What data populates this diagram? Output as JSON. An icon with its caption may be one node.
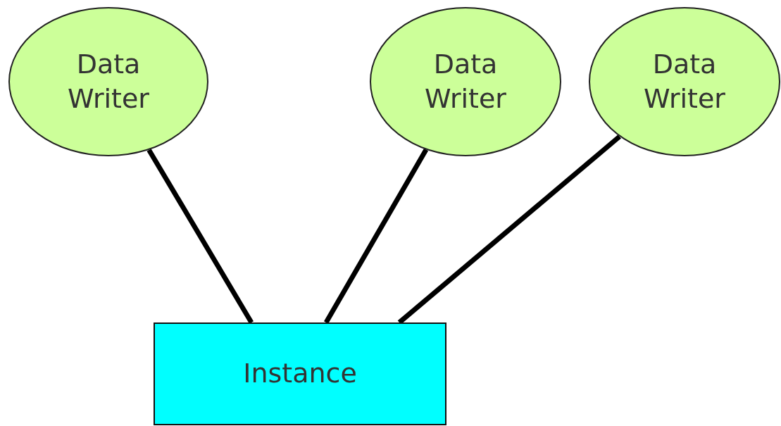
{
  "diagram": {
    "nodes": [
      {
        "text": [
          "Data Writer"
        ]
      },
      {
        "text": [
          "Data Writer"
        ]
      },
      {
        "text": [
          "Data Writer"
        ]
      },
      {
        "text": [
          "Instance"
        ]
      }
    ],
    "edges": [
      {
        "from": 0,
        "to": 3,
        "arrow": "none"
      },
      {
        "from": 1,
        "to": 3,
        "arrow": "none"
      },
      {
        "from": 2,
        "to": 3,
        "arrow": "none"
      }
    ]
  }
}
